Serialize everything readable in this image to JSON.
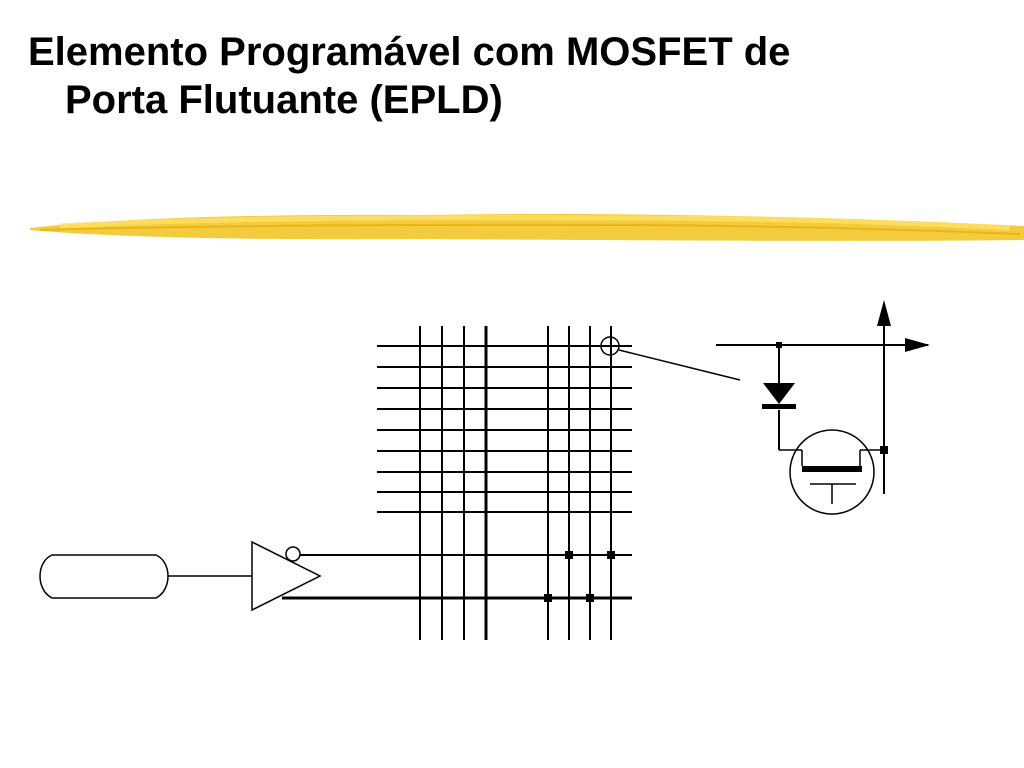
{
  "slide": {
    "title_line1": "Elemento Programável com MOSFET de",
    "title_line2": "Porta Flutuante (EPLD)"
  },
  "colors": {
    "title": "#000000",
    "brush_stroke": "#f2c21b",
    "brush_highlight": "#ffe066",
    "diagram_lines": "#000000",
    "background": "#ffffff"
  },
  "diagram": {
    "components": [
      "input-pad",
      "inverting-buffer",
      "interconnect-matrix",
      "programmable-crosspoint",
      "diode",
      "floating-gate-mosfet",
      "output-terminal",
      "supply-terminal"
    ]
  }
}
